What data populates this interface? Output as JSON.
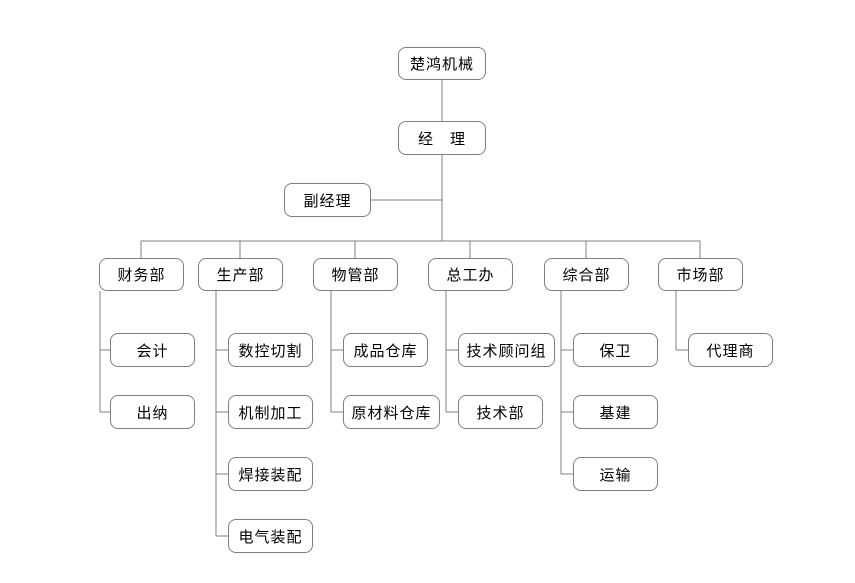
{
  "diagram": {
    "type": "org-chart",
    "title": "楚鸿机械",
    "colors": {
      "background": "#ffffff",
      "box_border": "#7f7f7f",
      "connector": "#808080",
      "text": "#000000"
    },
    "nodes": {
      "root": {
        "label": "楚鸿机械"
      },
      "manager": {
        "label": "经　理"
      },
      "deputy_manager": {
        "label": "副经理"
      },
      "finance_dept": {
        "label": "财务部"
      },
      "production_dept": {
        "label": "生产部"
      },
      "materials_dept": {
        "label": "物管部"
      },
      "chief_engineer_office": {
        "label": "总工办"
      },
      "general_affairs_dept": {
        "label": "综合部"
      },
      "marketing_dept": {
        "label": "市场部"
      },
      "accounting": {
        "label": "会计"
      },
      "cashier": {
        "label": "出纳"
      },
      "cnc_cutting": {
        "label": "数控切割"
      },
      "machining": {
        "label": "机制加工"
      },
      "welding_assembly": {
        "label": "焊接装配"
      },
      "electrical_assembly": {
        "label": "电气装配"
      },
      "finished_goods_warehouse": {
        "label": "成品仓库"
      },
      "raw_material_warehouse": {
        "label": "原材料仓库"
      },
      "technical_advisory_group": {
        "label": "技术顾问组"
      },
      "technical_dept": {
        "label": "技术部"
      },
      "security": {
        "label": "保卫"
      },
      "infrastructure": {
        "label": "基建"
      },
      "transportation": {
        "label": "运输"
      },
      "agents": {
        "label": "代理商"
      }
    },
    "edges": [
      "root->manager",
      "manager->deputy_manager",
      "manager->finance_dept",
      "manager->production_dept",
      "manager->materials_dept",
      "manager->chief_engineer_office",
      "manager->general_affairs_dept",
      "manager->marketing_dept",
      "finance_dept->accounting",
      "finance_dept->cashier",
      "production_dept->cnc_cutting",
      "production_dept->machining",
      "production_dept->welding_assembly",
      "production_dept->electrical_assembly",
      "materials_dept->finished_goods_warehouse",
      "materials_dept->raw_material_warehouse",
      "chief_engineer_office->technical_advisory_group",
      "chief_engineer_office->technical_dept",
      "general_affairs_dept->security",
      "general_affairs_dept->infrastructure",
      "general_affairs_dept->transportation",
      "marketing_dept->agents"
    ]
  }
}
